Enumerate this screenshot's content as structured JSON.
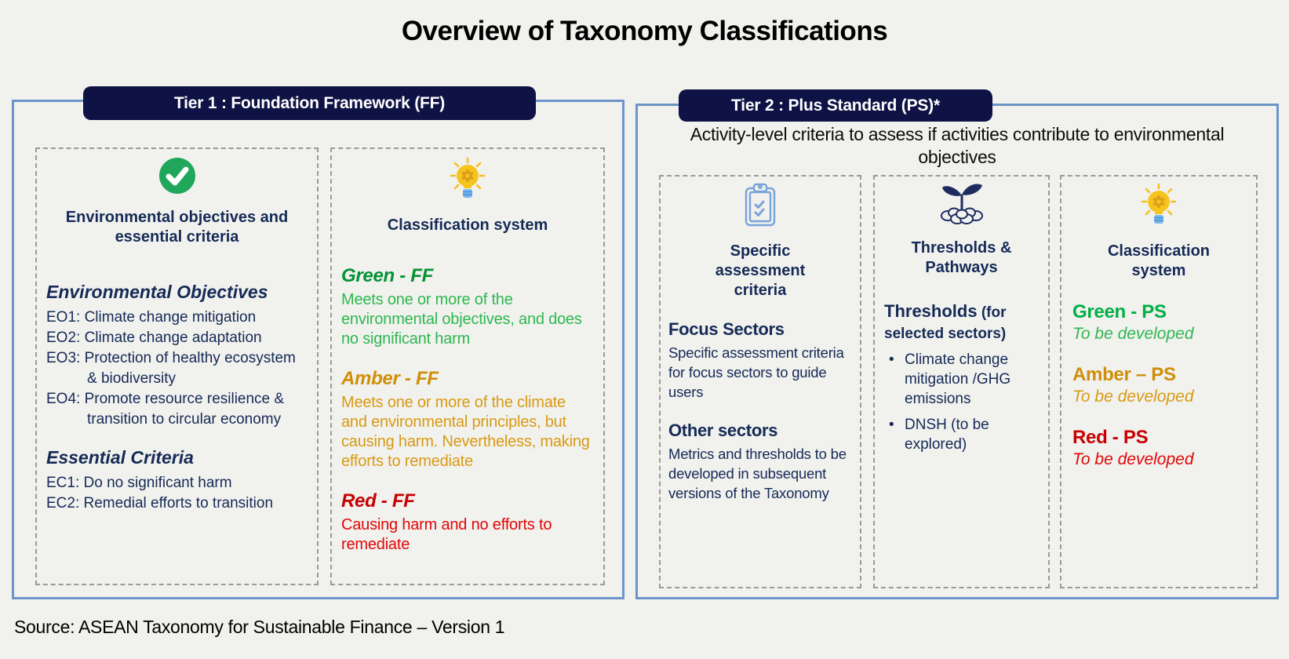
{
  "title": "Overview of Taxonomy Classifications",
  "source_line": "Source: ASEAN Taxonomy for Sustainable Finance – Version 1",
  "colors": {
    "navy": "#0e1245",
    "panel-border": "#6d95c7",
    "dash": "#9a9a9a",
    "text": "#152a56",
    "green-dark": "#049233",
    "green": "#2db84f",
    "green-ps": "#00b044",
    "amber": "#cf8e08",
    "amber-light": "#d89a14",
    "red": "#c90000",
    "red-light": "#e00707",
    "bg": "#f1f1ee",
    "icon-blue": "#7aa3d8"
  },
  "tier1": {
    "header": "Tier 1 : Foundation Framework (FF)",
    "objectives_card": {
      "icon": "check-icon",
      "heading": "Environmental objectives and essential criteria",
      "env_title": "Environmental Objectives",
      "env_items": [
        "EO1: Climate change mitigation",
        "EO2: Climate change adaptation",
        "EO3: Protection of healthy ecosystem & biodiversity",
        "EO4: Promote resource resilience & transition to circular economy"
      ],
      "ec_title": "Essential Criteria",
      "ec_items": [
        "EC1: Do no significant harm",
        "EC2: Remedial efforts to transition"
      ]
    },
    "classification_card": {
      "icon": "lightbulb-icon",
      "heading": "Classification system",
      "entries": [
        {
          "name": "Green - FF",
          "tone": "green",
          "desc": "Meets one or more of the environmental objectives, and does no significant harm"
        },
        {
          "name": "Amber - FF",
          "tone": "amber",
          "desc": "Meets one or more of the climate and environmental principles, but causing harm. Nevertheless, making efforts to remediate"
        },
        {
          "name": "Red - FF",
          "tone": "red",
          "desc": "Causing harm and no efforts to remediate"
        }
      ]
    }
  },
  "tier2": {
    "header": "Tier 2 : Plus Standard (PS)*",
    "subtitle": "Activity-level criteria to assess if activities contribute to environmental objectives",
    "assessment_card": {
      "icon": "clipboard-icon",
      "heading": "Specific assessment criteria",
      "sections": [
        {
          "title": "Focus Sectors",
          "text": "Specific assessment criteria for focus sectors to guide users"
        },
        {
          "title": "Other sectors",
          "text": "Metrics and thresholds to be developed in subsequent versions of the Taxonomy"
        }
      ]
    },
    "thresholds_card": {
      "icon": "plant-coins-icon",
      "heading": "Thresholds & Pathways",
      "title": "Thresholds",
      "title_suffix": " (for selected sectors)",
      "bullets": [
        "Climate change mitigation /GHG emissions",
        "DNSH (to be explored)"
      ]
    },
    "classification_card": {
      "icon": "lightbulb-icon",
      "heading": "Classification system",
      "entries": [
        {
          "name": "Green - PS",
          "note": "To be developed",
          "tone": "green-ps"
        },
        {
          "name": "Amber – PS",
          "note": "To be developed",
          "tone": "amber"
        },
        {
          "name": "Red - PS",
          "note": "To be developed",
          "tone": "red"
        }
      ]
    }
  }
}
